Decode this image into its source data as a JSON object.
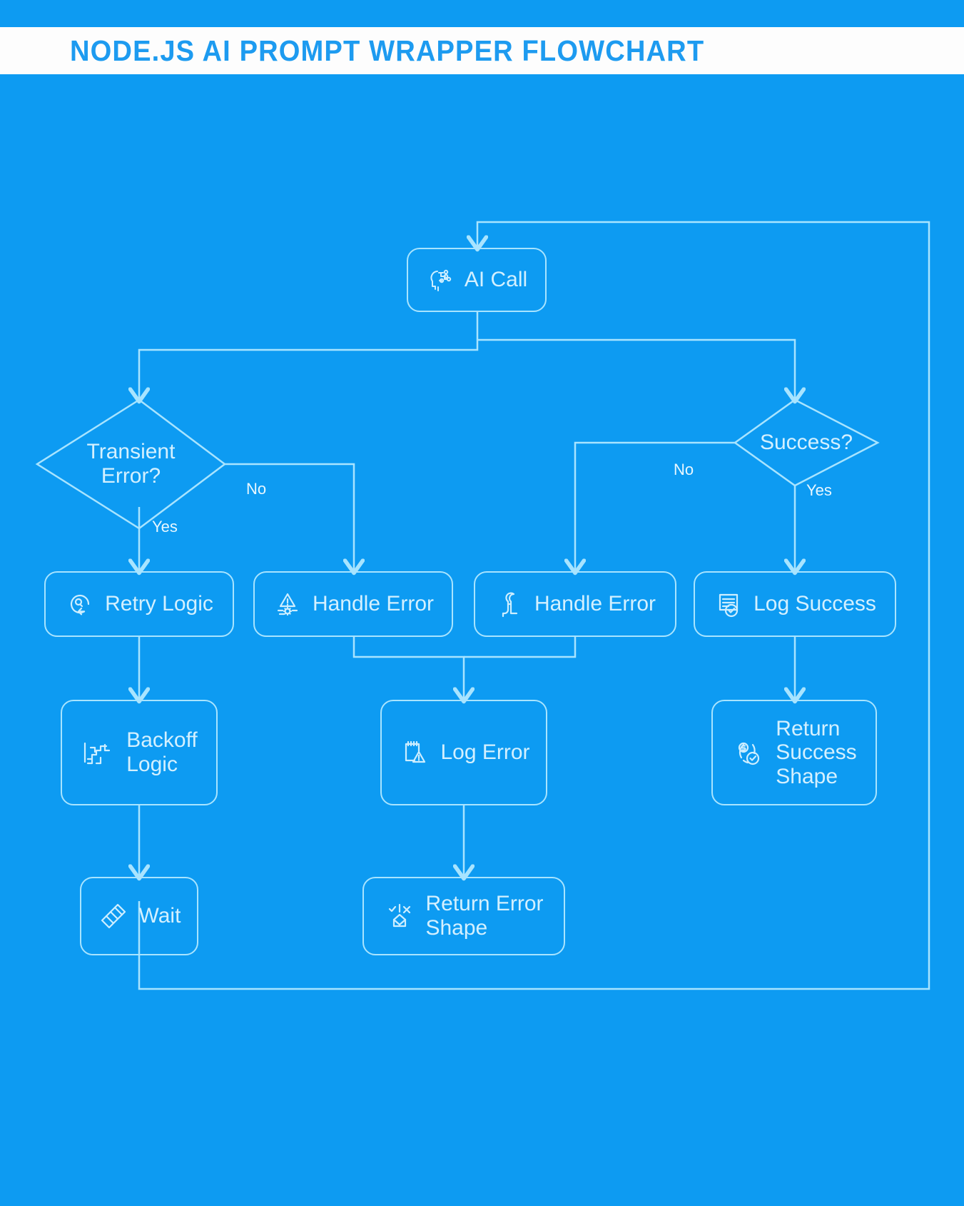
{
  "header": {
    "title": "NODE.JS AI PROMPT WRAPPER FLOWCHART"
  },
  "colors": {
    "background": "#0d9bf2",
    "title_band": "#ffffff",
    "title_text": "#1d9bf0",
    "stroke": "#a8e4ff",
    "label_text": "#d3f0ff"
  },
  "chart_data": {
    "type": "diagram",
    "title": "NODE.JS AI PROMPT WRAPPER FLOWCHART",
    "nodes": [
      {
        "id": "ai-call",
        "label": "AI Call",
        "shape": "rounded-rect",
        "icon": "ai-brain-icon"
      },
      {
        "id": "transient-error",
        "label": "Transient\nError?",
        "shape": "diamond",
        "icon": null
      },
      {
        "id": "success",
        "label": "Success?",
        "shape": "diamond",
        "icon": null
      },
      {
        "id": "retry-logic",
        "label": "Retry Logic",
        "shape": "rounded-rect",
        "icon": "retry-refresh-icon"
      },
      {
        "id": "handle-error-1",
        "label": "Handle Error",
        "shape": "rounded-rect",
        "icon": "warning-gear-icon"
      },
      {
        "id": "handle-error-2",
        "label": "Handle Error",
        "shape": "rounded-rect",
        "icon": "wrench-icon"
      },
      {
        "id": "log-success",
        "label": "Log Success",
        "shape": "rounded-rect",
        "icon": "document-check-icon"
      },
      {
        "id": "backoff-logic",
        "label": "Backoff\nLogic",
        "shape": "rounded-rect",
        "icon": "stair-step-icon"
      },
      {
        "id": "log-error",
        "label": "Log Error",
        "shape": "rounded-rect",
        "icon": "notepad-warning-icon"
      },
      {
        "id": "return-success",
        "label": "Return\nSuccess\nShape",
        "shape": "rounded-rect",
        "icon": "dollar-check-icon"
      },
      {
        "id": "wait",
        "label": "Wait",
        "shape": "rounded-rect",
        "icon": "hourglass-icon"
      },
      {
        "id": "return-error",
        "label": "Return Error\nShape",
        "shape": "rounded-rect",
        "icon": "check-cross-icon"
      }
    ],
    "edges": [
      {
        "from": "ai-call",
        "to": "transient-error",
        "label": ""
      },
      {
        "from": "ai-call",
        "to": "success",
        "label": ""
      },
      {
        "from": "transient-error",
        "to": "retry-logic",
        "label": "Yes"
      },
      {
        "from": "transient-error",
        "to": "handle-error-1",
        "label": "No"
      },
      {
        "from": "success",
        "to": "handle-error-2",
        "label": "No"
      },
      {
        "from": "success",
        "to": "log-success",
        "label": "Yes"
      },
      {
        "from": "retry-logic",
        "to": "backoff-logic",
        "label": ""
      },
      {
        "from": "handle-error-1",
        "to": "log-error",
        "label": ""
      },
      {
        "from": "handle-error-2",
        "to": "log-error",
        "label": ""
      },
      {
        "from": "log-success",
        "to": "return-success",
        "label": ""
      },
      {
        "from": "backoff-logic",
        "to": "wait",
        "label": ""
      },
      {
        "from": "log-error",
        "to": "return-error",
        "label": ""
      },
      {
        "from": "wait",
        "to": "ai-call",
        "label": ""
      }
    ],
    "edge_labels": [
      {
        "text": "No",
        "for": "transient-error-no"
      },
      {
        "text": "Yes",
        "for": "transient-error-yes"
      },
      {
        "text": "No",
        "for": "success-no"
      },
      {
        "text": "Yes",
        "for": "success-yes"
      }
    ]
  }
}
